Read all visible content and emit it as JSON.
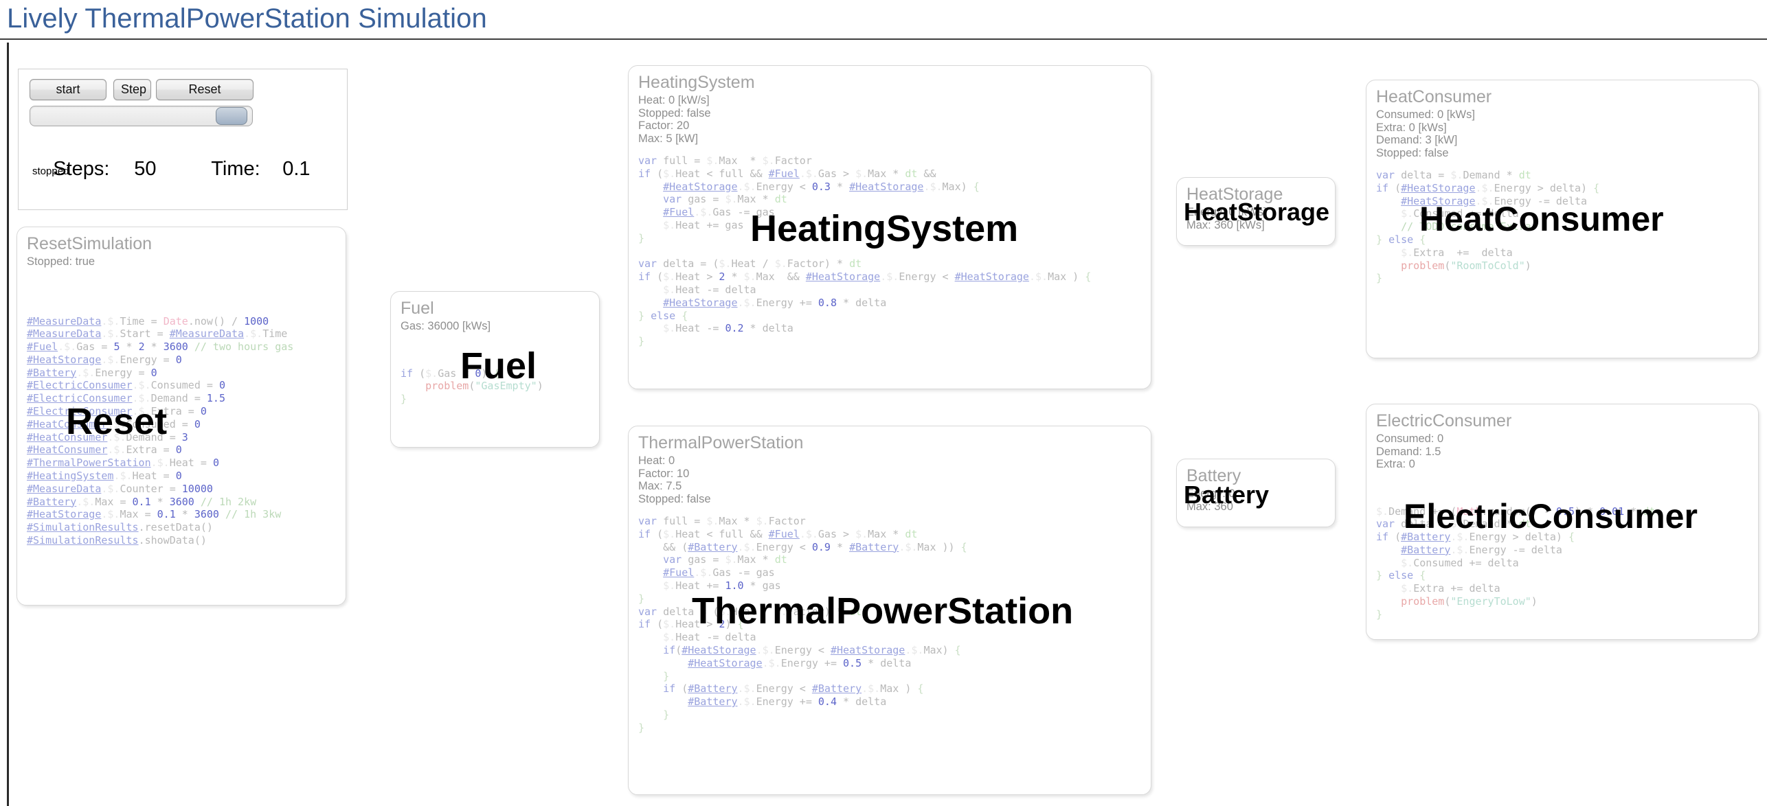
{
  "header": {
    "title": "Lively ThermalPowerStation Simulation",
    "title_color": "#3a619a"
  },
  "control_panel": {
    "start_label": "start",
    "step_label": "Step",
    "reset_label": "Reset",
    "steps_label": "Steps:",
    "steps_value": "50",
    "time_label": "Time:",
    "time_value": "0.1",
    "status": "stopped",
    "slider_position_percent": 88
  },
  "panels": {
    "reset_simulation": {
      "title": "ResetSimulation",
      "props": [
        "Stopped: true"
      ],
      "overlay_label": "Reset",
      "code_lines": [
        "#MeasureData.$.Time = Date.now() / 1000",
        "#MeasureData.$.Start = #MeasureData.$.Time",
        "#Fuel.$.Gas = 5 * 2 * 3600 // two hours gas",
        "#HeatStorage.$.Energy = 0",
        "#Battery.$.Energy = 0",
        "#ElectricConsumer.$.Consumed = 0",
        "#ElectricConsumer.$.Demand = 1.5",
        "#ElectricConsumer.$.Extra = 0",
        "#HeatConsumer.$.Consumed = 0",
        "#HeatConsumer.$.Demand = 3",
        "#HeatConsumer.$.Extra = 0",
        "#ThermalPowerStation.$.Heat = 0",
        "#HeatingSystem.$.Heat = 0",
        "#MeasureData.$.Counter = 10000",
        "#Battery.$.Max = 0.1 * 3600 // 1h 2kw",
        "#HeatStorage.$.Max = 0.1 * 3600 // 1h 3kw",
        "#SimulationResults.resetData()",
        "#SimulationResults.showData()"
      ]
    },
    "fuel": {
      "title": "Fuel",
      "props": [
        "Gas: 36000 [kWs]"
      ],
      "overlay_label": "Fuel",
      "code_lines": [
        "if ($.Gas < 0) {",
        "    problem(\"GasEmpty\")",
        "}"
      ]
    },
    "heating_system": {
      "title": "HeatingSystem",
      "props": [
        "Heat: 0 [kW/s]",
        "Stopped: false",
        "Factor: 20",
        "Max: 5 [kW]"
      ],
      "overlay_label": "HeatingSystem",
      "code_lines": [
        "var full = $.Max  * $.Factor",
        "if ($.Heat < full && #Fuel.$.Gas > $.Max * dt &&",
        "    #HeatStorage.$.Energy < 0.3 * #HeatStorage.$.Max) {",
        "    var gas = $.Max * dt",
        "    #Fuel.$.Gas -= gas",
        "    $.Heat += gas",
        "}",
        "",
        "var delta = ($.Heat / $.Factor) * dt",
        "if ($.Heat > 2 * $.Max  && #HeatStorage.$.Energy < #HeatStorage.$.Max ) {",
        "    $.Heat -= delta",
        "    #HeatStorage.$.Energy += 0.8 * delta",
        "} else {",
        "    $.Heat -= 0.2 * delta",
        "}"
      ]
    },
    "thermal_power_station": {
      "title": "ThermalPowerStation",
      "props": [
        "Heat: 0",
        "Factor: 10",
        "Max: 7.5",
        "Stopped: false"
      ],
      "overlay_label": "ThermalPowerStation",
      "code_lines": [
        "var full = $.Max * $.Factor",
        "if ($.Heat < full && #Fuel.$.Gas > $.Max * dt",
        "    && (#Battery.$.Energy < 0.9 * #Battery.$.Max )) {",
        "    var gas = $.Max * dt",
        "    #Fuel.$.Gas -= gas",
        "    $.Heat += 1.0 * gas",
        "}",
        "var delta = ($.Heat / $.Factor) * dt",
        "if ($.Heat > 2) {",
        "    $.Heat -= delta",
        "    if(#HeatStorage.$.Energy < #HeatStorage.$.Max) {",
        "        #HeatStorage.$.Energy += 0.5 * delta",
        "    }",
        "    if (#Battery.$.Energy < #Battery.$.Max ) {",
        "        #Battery.$.Energy += 0.4 * delta",
        "    }",
        "}"
      ]
    },
    "heat_storage": {
      "title": "HeatStorage",
      "props": [
        "Energy: 0 [kWs]",
        "Max: 360 [kWs]"
      ],
      "overlay_label": "HeatStorage",
      "code_lines": []
    },
    "battery": {
      "title": "Battery",
      "props": [
        "Energy: 0",
        "Max: 360"
      ],
      "overlay_label": "Battery",
      "code_lines": []
    },
    "heat_consumer": {
      "title": "HeatConsumer",
      "props": [
        "Consumed: 0 [kWs]",
        "Extra: 0 [kWs]",
        "Demand: 3 [kW]",
        "Stopped: false"
      ],
      "overlay_label": "HeatConsumer",
      "code_lines": [
        "var delta = $.Demand * dt",
        "if (#HeatStorage.$.Energy > delta) {",
        "    #HeatStorage.$.Energy -= delta",
        "    $.Consumed += delta",
        "    // TODO consume Extra",
        "} else {",
        "    $.Extra  +=  delta",
        "    problem(\"RoomToCold\")",
        "}"
      ]
    },
    "electric_consumer": {
      "title": "ElectricConsumer",
      "props": [
        "Consumed: 0",
        "Demand: 1.5",
        "Extra: 0"
      ],
      "overlay_label": "ElectricConsumer",
      "code_lines": [
        "$.Demand += (Math.random() - 0.5) * 0.01 * dt",
        "var delta = $.Demand * dt",
        "if (#Battery.$.Energy > delta) {",
        "    #Battery.$.Energy -= delta",
        "    $.Consumed += delta",
        "} else {",
        "    $.Extra += delta",
        "    problem(\"EngeryToLow\")",
        "}"
      ]
    }
  }
}
